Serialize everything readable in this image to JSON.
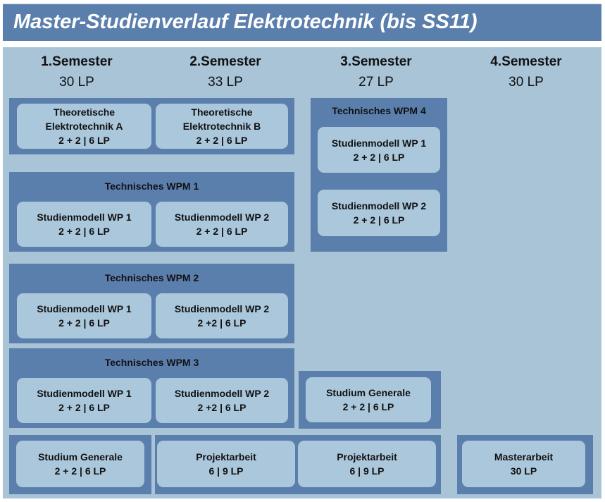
{
  "title": "Master-Studienverlauf Elektrotechnik (bis SS11)",
  "semesters": [
    {
      "name": "1.Semester",
      "lp": "30 LP"
    },
    {
      "name": "2.Semester",
      "lp": "33 LP"
    },
    {
      "name": "3.Semester",
      "lp": "27 LP"
    },
    {
      "name": "4.Semester",
      "lp": "30 LP"
    }
  ],
  "groups": {
    "wpm1": "Technisches WPM 1",
    "wpm2": "Technisches WPM 2",
    "wpm3": "Technisches WPM 3",
    "wpm4": "Technisches WPM 4"
  },
  "modules": {
    "te_a": {
      "line1": "Theoretische",
      "line2": "Elektrotechnik A",
      "line3": "2 + 2 | 6 LP"
    },
    "te_b": {
      "line1": "Theoretische",
      "line2": "Elektrotechnik B",
      "line3": "2 + 2 | 6 LP"
    },
    "wpm1_wp1": {
      "name": "Studienmodell WP 1",
      "credits": "2 + 2 | 6 LP"
    },
    "wpm1_wp2": {
      "name": "Studienmodell WP 2",
      "credits": "2 + 2 | 6 LP"
    },
    "wpm2_wp1": {
      "name": "Studienmodell WP 1",
      "credits": "2 + 2 | 6 LP"
    },
    "wpm2_wp2": {
      "name": "Studienmodell WP 2",
      "credits": "2 +2 | 6 LP"
    },
    "wpm3_wp1": {
      "name": "Studienmodell WP 1",
      "credits": "2 + 2 | 6 LP"
    },
    "wpm3_wp2": {
      "name": "Studienmodell WP 2",
      "credits": "2 +2 | 6 LP"
    },
    "wpm4_wp1": {
      "name": "Studienmodell WP 1",
      "credits": "2 + 2 | 6 LP"
    },
    "wpm4_wp2": {
      "name": "Studienmodell WP 2",
      "credits": "2 + 2 | 6 LP"
    },
    "sg1": {
      "name": "Studium Generale",
      "credits": "2 + 2 | 6 LP"
    },
    "sg3": {
      "name": "Studium Generale",
      "credits": "2 + 2 | 6 LP"
    },
    "proj1": {
      "name": "Projektarbeit",
      "credits": "6 | 9 LP"
    },
    "proj2": {
      "name": "Projektarbeit",
      "credits": "6 | 9 LP"
    },
    "master": {
      "name": "Masterarbeit",
      "credits": "30 LP"
    }
  },
  "colors": {
    "title_bg": "#5b7fad",
    "canvas_bg": "#a9c3d7",
    "group_bg": "#5b7fad",
    "module_bg": "#abc7db"
  }
}
